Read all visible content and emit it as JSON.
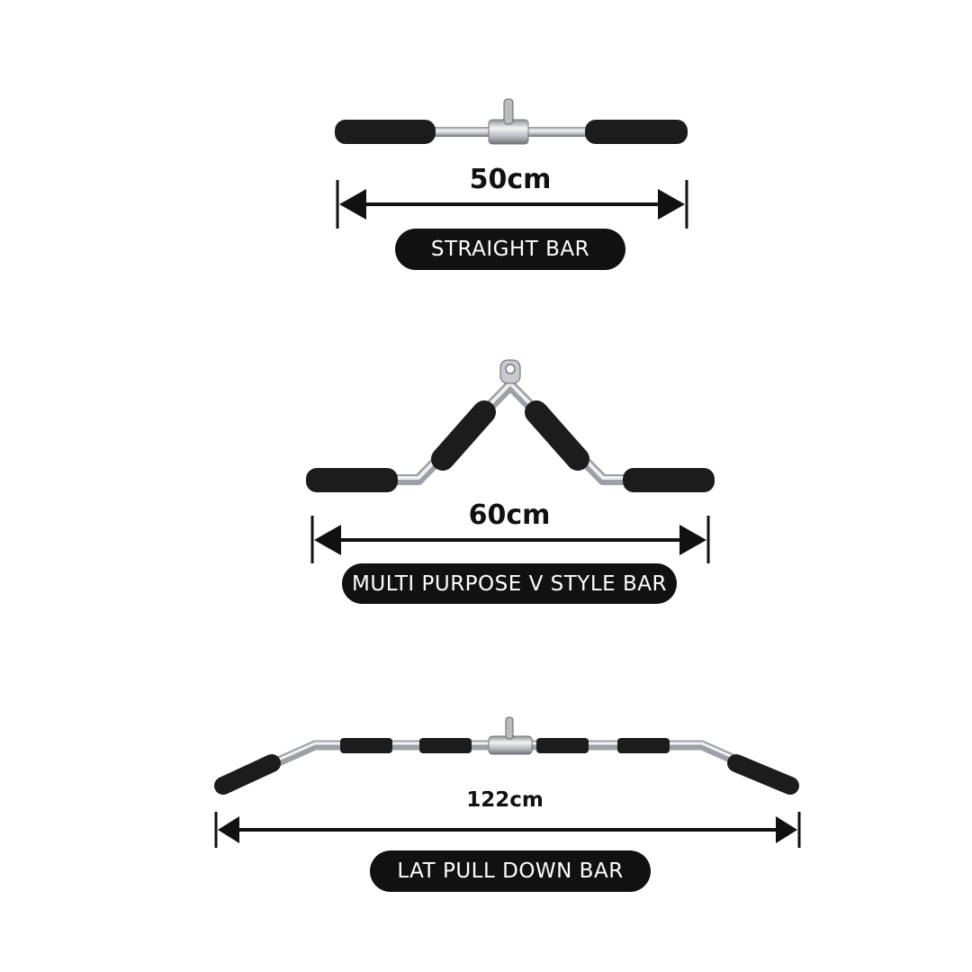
{
  "products": [
    {
      "name": "STRAIGHT BAR",
      "length": "50cm"
    },
    {
      "name": "MULTI PURPOSE V STYLE BAR",
      "length": "60cm"
    },
    {
      "name": "LAT PULL DOWN BAR",
      "length": "122cm"
    }
  ],
  "colors": {
    "grip": "#1a1a1a",
    "chrome": "#c9ccd0",
    "label_bg": "#111111",
    "label_text": "#ffffff"
  }
}
